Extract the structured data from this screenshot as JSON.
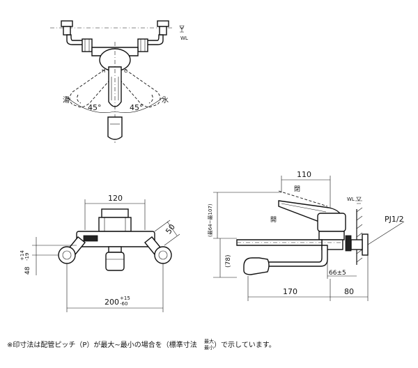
{
  "top_view": {
    "water_level": "WL",
    "hot_label": "湯",
    "cold_label": "水",
    "angle_left": "45°",
    "angle_right": "45°"
  },
  "front_view": {
    "dim_width": "120",
    "dim_angle": "50",
    "dim_height_base": "48",
    "dim_height_plus": "+14",
    "dim_height_minus": "-19",
    "dim_pitch_base": "200",
    "dim_pitch_plus": "+15",
    "dim_pitch_minus": "-60"
  },
  "side_view": {
    "dim_lever": "110",
    "label_close": "閉",
    "label_open": "開",
    "dim_height_vertical": "(最64~最107)",
    "dim_78": "(78)",
    "water_level": "WL",
    "dim_66": "66±5",
    "connection": "PJ1/2",
    "dim_170": "170",
    "dim_80": "80"
  },
  "footnote": {
    "text_before": "※印寸法は配管ピッチ（P）が最大~最小の場合を（標準寸法",
    "stack_top": "最大",
    "stack_bottom": "最小",
    "text_after": "）で示しています。"
  }
}
